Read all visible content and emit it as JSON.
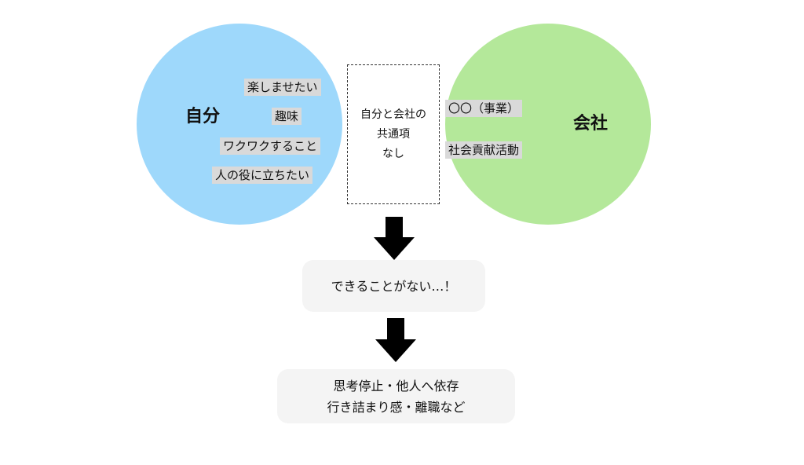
{
  "self": {
    "label": "自分",
    "items": [
      "楽しませたい",
      "趣味",
      "ワクワクすること",
      "人の役に立ちたい"
    ]
  },
  "company": {
    "label": "会社",
    "items": [
      "〇〇（事業）",
      "社会貢献活動"
    ]
  },
  "common": {
    "lines": [
      "自分と会社の",
      "共通項",
      "なし"
    ]
  },
  "result1": {
    "text": "できることがない…！"
  },
  "result2": {
    "lines": [
      "思考停止・他人へ依存",
      "行き詰まり感・離職など"
    ]
  },
  "colors": {
    "self_circle": "#9ed8fb",
    "company_circle": "#b4e89a",
    "tag_bg": "#d9d9d9",
    "result_bg": "#f4f4f4",
    "arrow": "#000000"
  }
}
